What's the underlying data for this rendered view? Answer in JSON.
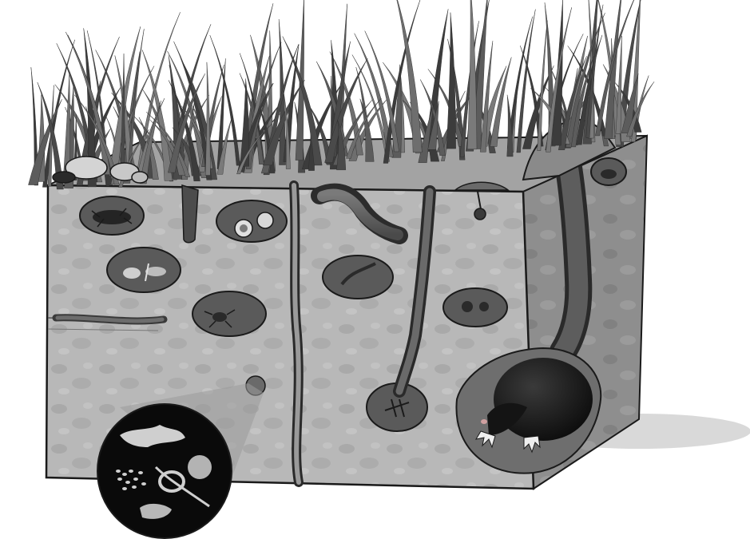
{
  "scene": {
    "subject": "soil-cross-section",
    "elements": [
      "grass-tufts",
      "surface-stones",
      "soil-block",
      "earthworm-burrows",
      "chambers-with-soil-fauna",
      "plant-roots",
      "mole-tunnel",
      "mole",
      "magnified-soil-microorganisms"
    ]
  },
  "colors": {
    "background": "#ffffff",
    "soil_front": "#b5b5b5",
    "soil_side": "#8f8f8f",
    "soil_top": "#a3a3a3",
    "cavity": "#6e6e6e",
    "cavity_dark": "#4f4f4f",
    "grass": "#5c5c5c",
    "outline": "#1a1a1a",
    "mole": "#151515",
    "lens_bg": "#0a0a0a",
    "microbes": "#c8c8c8"
  }
}
